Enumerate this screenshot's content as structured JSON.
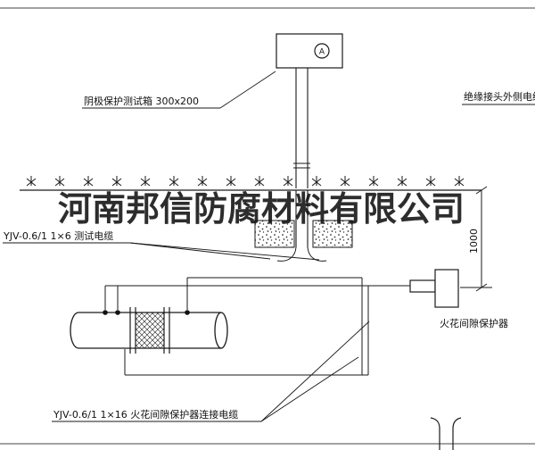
{
  "watermark": {
    "text": "河南邦信防腐材料有限公司"
  },
  "test_box": {
    "label": "阴极保护测试箱 300x200",
    "meter_symbol": "A"
  },
  "labels": {
    "insulated_joint_cable": "绝缘接头外侧电缆",
    "test_cable": "YJV-0.6/1  1×6  测试电缆",
    "spark_gap_protector": "火花间隙保护器",
    "connection_cable": "YJV-0.6/1  1×16  火花间隙保护器连接电缆"
  },
  "dimension": {
    "ground_to_protector": "1000"
  },
  "colors": {
    "line": "#1a1a1a",
    "background": "#ffffff",
    "watermark": "#000000"
  }
}
